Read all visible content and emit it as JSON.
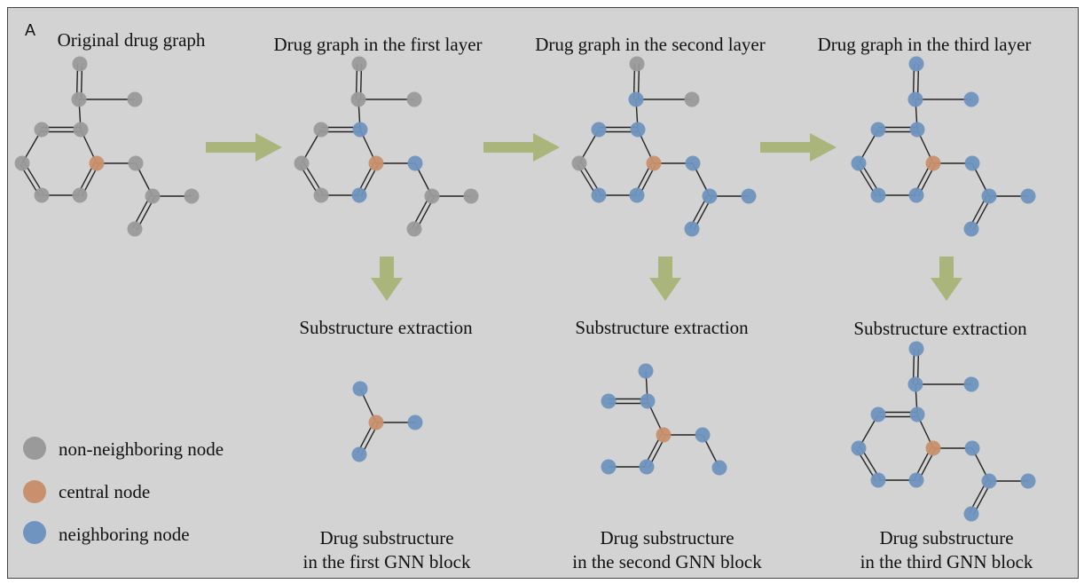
{
  "panel_label": "A",
  "titles": {
    "original": "Original drug graph",
    "layer1": "Drug graph in the first layer",
    "layer2": "Drug graph in the second layer",
    "layer3": "Drug graph in the third layer"
  },
  "extraction_label": "Substructure extraction",
  "substructure_captions": [
    {
      "line1": "Drug substructure",
      "line2": "in the first GNN block"
    },
    {
      "line1": "Drug substructure",
      "line2": "in the second GNN block"
    },
    {
      "line1": "Drug substructure",
      "line2": "in the third GNN block"
    }
  ],
  "legend": [
    {
      "label": "non-neighboring node",
      "color": "#9a9a9a"
    },
    {
      "label": "central node",
      "color": "#c8906d"
    },
    {
      "label": "neighboring node",
      "color": "#6f94bf"
    }
  ],
  "colors": {
    "background": "#d3d3d3",
    "arrow": "#a9b57a",
    "edge": "#222222"
  }
}
